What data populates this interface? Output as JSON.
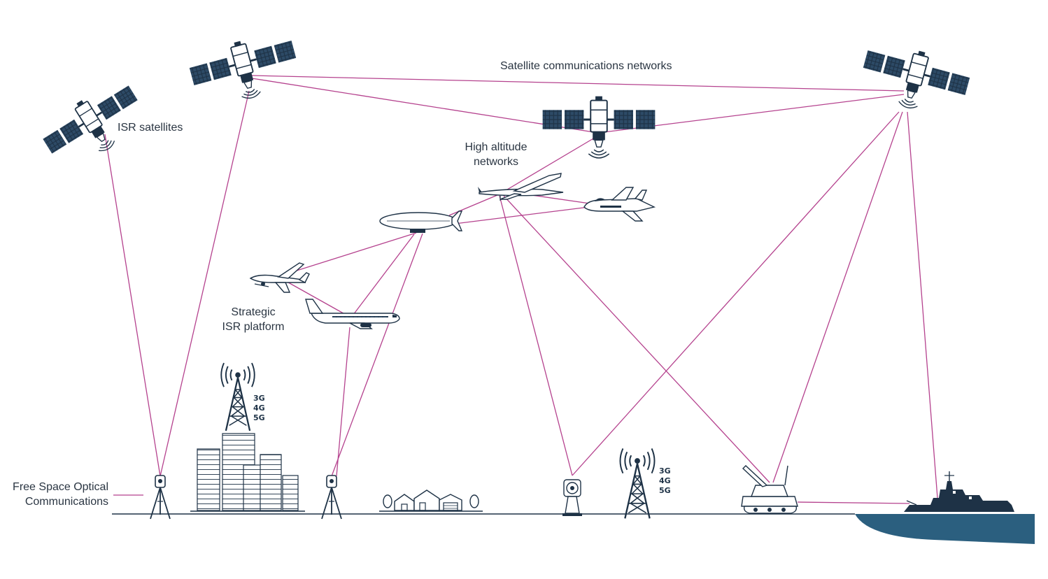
{
  "labels": {
    "satcom": "Satellite communications networks",
    "isr_satellites": "ISR satellites",
    "high_altitude_1": "High altitude",
    "high_altitude_2": "networks",
    "strategic_1": "Strategic",
    "strategic_2": "ISR platform",
    "fso_1": "Free Space Optical",
    "fso_2": "Communications"
  },
  "tower_generations": [
    "3G",
    "4G",
    "5G"
  ],
  "colors": {
    "link": "#b5428e",
    "icon": "#1e3246",
    "ship": "#2b5f7f",
    "text": "#2a3542"
  }
}
